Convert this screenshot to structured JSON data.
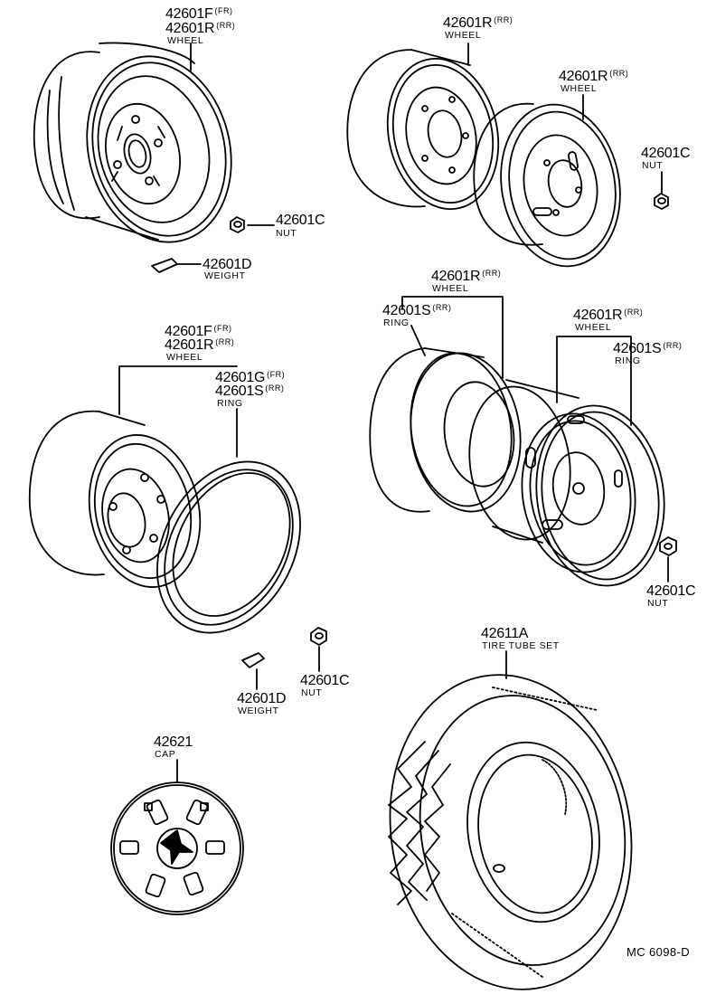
{
  "labels": {
    "g1": {
      "part1": "42601F",
      "suffix1": "(FR)",
      "part2": "42601R",
      "suffix2": "(RR)",
      "name": "WHEEL"
    },
    "g1_nut": {
      "part": "42601C",
      "name": "NUT"
    },
    "g1_weight": {
      "part": "42601D",
      "name": "WEIGHT"
    },
    "g2_wheel_a": {
      "part": "42601R",
      "suffix": "(RR)",
      "name": "WHEEL"
    },
    "g2_wheel_b": {
      "part": "42601R",
      "suffix": "(RR)",
      "name": "WHEEL"
    },
    "g2_nut": {
      "part": "42601C",
      "name": "NUT"
    },
    "g3": {
      "part1": "42601F",
      "suffix1": "(FR)",
      "part2": "42601R",
      "suffix2": "(RR)",
      "name": "WHEEL"
    },
    "g3_ring": {
      "part1": "42601G",
      "suffix1": "(FR)",
      "part2": "42601S",
      "suffix2": "(RR)",
      "name": "RING"
    },
    "g3_nut": {
      "part": "42601C",
      "name": "NUT"
    },
    "g3_weight": {
      "part": "42601D",
      "name": "WEIGHT"
    },
    "g4_wheel_a": {
      "part": "42601R",
      "suffix": "(RR)",
      "name": "WHEEL"
    },
    "g4_ring_a": {
      "part": "42601S",
      "suffix": "(RR)",
      "name": "RING"
    },
    "g4_wheel_b": {
      "part": "42601R",
      "suffix": "(RR)",
      "name": "WHEEL"
    },
    "g4_ring_b": {
      "part": "42601S",
      "suffix": "(RR)",
      "name": "RING"
    },
    "g4_nut": {
      "part": "42601C",
      "name": "NUT"
    },
    "cap": {
      "part": "42621",
      "name": "CAP"
    },
    "tire": {
      "part": "42611A",
      "name": "TIRE TUBE SET"
    }
  },
  "diagram_code": "MC  6098-D"
}
